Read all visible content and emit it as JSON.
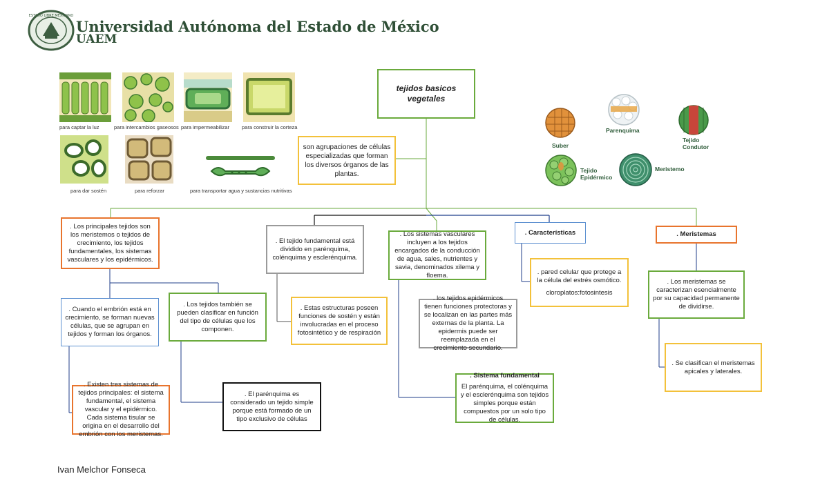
{
  "header": {
    "logo_text": "ESTADO LIBRE MEXICANO",
    "title": "Universidad Autónoma del Estado de México",
    "subtitle": "UAEM"
  },
  "illustrations": {
    "captions": [
      "para captar la luz",
      "para intercambios gaseosos",
      "para impermeabilizar",
      "para construir la corteza",
      "para dar sostén",
      "para reforzar",
      "para transportar agua y sustancias nutritivas"
    ]
  },
  "tissue_labels": {
    "suber": "Suber",
    "parenquima": "Parenquima",
    "conductor": "Tejido Condutor",
    "epidermico": "Tejido Epidérmico",
    "meristemo": "Meristemo"
  },
  "map": {
    "root": "tejidos basicos vegetales",
    "definition": "son agrupaciones de células especializadas que forman los diversos órganos de las plantas.",
    "principales": ". Los principales tejidos son los meristemos o tejidos de crecimiento, los tejidos fundamentales, los sistemas vasculares y los epidérmicos.",
    "fundamental": ". El tejido fundamental está dividido en parénquima, colénquima y esclerénquima.",
    "vasculares": ". Los sistemas vasculares incluyen a los tejidos encargados de la conducción de agua, sales, nutrientes y savia, denominados xilema y floema.",
    "caracteristicas": ". Características",
    "meristemas": ". Meristemas",
    "embrion": ". Cuando el embrión está en crecimiento, se forman nuevas células, que se agrupan en tejidos y forman los órganos.",
    "clasificar": ". Los tejidos también se pueden clasificar en función del tipo de células que los componen.",
    "sosten": ". Estas estructuras poseen funciones de sostén y están involucradas en el proceso fotosintético y de respiración",
    "epidermicos": ". los tejidos epidérmicos tienen funciones protectoras y se localizan en las partes más externas de la planta. La epidermis puede ser reemplazada en el crecimiento secundario.",
    "pared": ". pared celular que protege a la célula del estrés osmótico.",
    "cloroplatos": "cloroplatos:fotosintesis",
    "meristemas_desc": ". Los meristemas se caracterizan esencialmente por su capacidad permanente de dividirse.",
    "tres_sistemas": ". Existen tres sistemas de tejidos principales: el sistema fundamental, el sistema vascular y el epidérmico. Cada sistema tisular se origina en el desarrollo del embrión con los meristemas.",
    "parenquima_simple": ". El parénquima es considerado un tejido simple porque está formado de un tipo exclusivo de células",
    "sistema_fundamental_title": ". Sistema fundamental",
    "sistema_fundamental_text": "El parénquima, el colénquima y el esclerénquima son tejidos simples porque están compuestos por un solo tipo de células.",
    "apicales": ". Se clasifican el meristemas apicales y laterales."
  },
  "footer": {
    "author": "Ivan Melchor Fonseca"
  },
  "colors": {
    "green": "#6aaa3c",
    "blue": "#5b8fd0",
    "yellow": "#f3c13a",
    "gray": "#9a9a9a",
    "orange": "#e8742d",
    "navy": "#1f3d8a",
    "black": "#111111"
  }
}
